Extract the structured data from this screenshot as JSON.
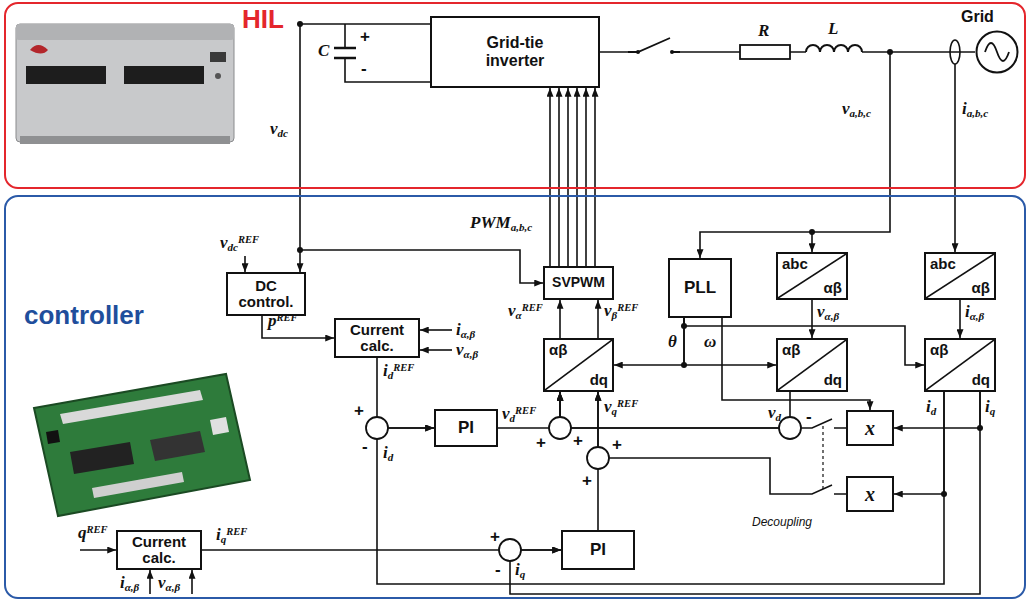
{
  "diagram": {
    "nodes": [
      {
        "text": [
          "HIL"
        ]
      },
      {
        "text": [
          "Grid-tie inverter"
        ],
        "in": 0
      },
      {
        "text": [
          "Grid"
        ],
        "in": 0
      },
      {
        "text": [
          "controller"
        ]
      },
      {
        "text": [
          "SVPWM"
        ],
        "in": 3
      },
      {
        "text": [
          "PLL"
        ],
        "in": 3
      },
      {
        "text": [
          "abc",
          "αβ"
        ],
        "in": 3
      },
      {
        "text": [
          "abc",
          "αβ"
        ],
        "in": 3
      },
      {
        "text": [
          "DC control."
        ],
        "in": 3
      },
      {
        "text": [
          "Current calc."
        ],
        "in": 3
      },
      {
        "text": [
          "αβ",
          "dq"
        ],
        "in": 3
      },
      {
        "text": [
          "αβ",
          "dq"
        ],
        "in": 3
      },
      {
        "text": [
          "αβ",
          "dq"
        ],
        "in": 3
      },
      {
        "text": [
          "PI"
        ],
        "in": 3
      },
      {
        "text": [
          "x"
        ],
        "in": 3
      },
      {
        "text": [
          "x"
        ],
        "in": 3
      },
      {
        "text": [
          "Current calc."
        ],
        "in": 3
      },
      {
        "text": [
          "PI"
        ],
        "in": 3
      }
    ],
    "edges": [
      {
        "from": 1,
        "to": 2,
        "arrow": "none"
      },
      {
        "from": 4,
        "to": 1,
        "arrow": "to"
      },
      {
        "from": 8,
        "to": 9,
        "arrow": "to"
      },
      {
        "from": 10,
        "to": 4,
        "arrow": "to"
      },
      {
        "from": 10,
        "to": 4,
        "arrow": "to"
      },
      {
        "from": 5,
        "to": 10,
        "arrow": "to"
      },
      {
        "from": 5,
        "to": 11,
        "arrow": "to"
      },
      {
        "from": 5,
        "to": 12,
        "arrow": "to"
      },
      {
        "from": 6,
        "to": 11,
        "arrow": "to"
      },
      {
        "from": 7,
        "to": 12,
        "arrow": "to"
      },
      {
        "from": 5,
        "to": 14,
        "arrow": "to"
      },
      {
        "from": 9,
        "to": 13,
        "arrow": "to"
      },
      {
        "from": 12,
        "to": 13,
        "arrow": "to"
      },
      {
        "from": 13,
        "to": 10,
        "arrow": "to"
      },
      {
        "from": 11,
        "to": 10,
        "arrow": "to"
      },
      {
        "from": 14,
        "to": 10,
        "arrow": "to"
      },
      {
        "from": 15,
        "to": 10,
        "arrow": "to"
      },
      {
        "from": 17,
        "to": 10,
        "arrow": "to"
      },
      {
        "from": 16,
        "to": 17,
        "arrow": "to"
      },
      {
        "from": 12,
        "to": 17,
        "arrow": "to"
      },
      {
        "from": 12,
        "to": 14,
        "arrow": "to"
      },
      {
        "from": 12,
        "to": 15,
        "arrow": "to"
      }
    ],
    "labels": [
      "C",
      "+",
      "-",
      "R",
      "L",
      "vdc",
      "va,b,c",
      "ia,b,c",
      "vdcREF",
      "PWMa,b,c",
      "pREF",
      "iα,β",
      "vα,β",
      "vαREF",
      "vβREF",
      "θ",
      "ω",
      "vα,β",
      "iα,β",
      "idREF",
      "+",
      "-",
      "id",
      "vdREF",
      "+",
      "+",
      "vqREF",
      "vd",
      "-",
      "+",
      "+",
      "id",
      "iq",
      "Decoupling",
      "qREF",
      "iα,β",
      "vα,β",
      "iqREF",
      "+",
      "-",
      "iq"
    ]
  }
}
